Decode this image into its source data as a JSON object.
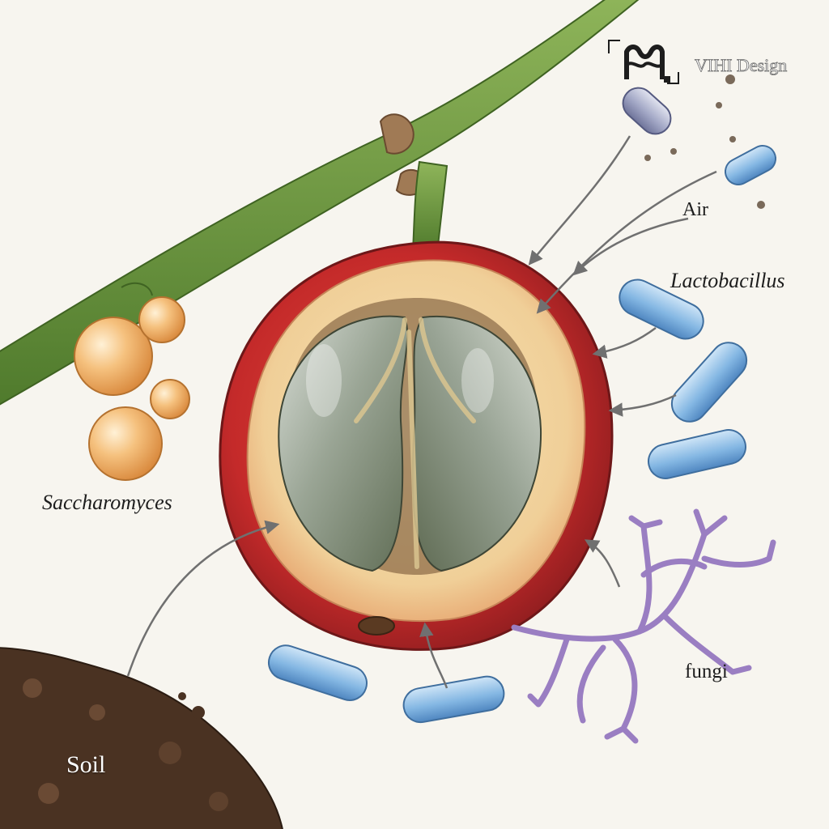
{
  "labels": {
    "air": "Air",
    "lactobacillus": "Lactobacillus",
    "saccharomyces": "Saccharomyces",
    "fungi": "fungi",
    "soil": "Soil"
  },
  "brand": {
    "name": "VIHI Design",
    "logo_icon": "vh-monogram-icon"
  },
  "colors": {
    "background": "#f7f5ef",
    "stem": "#6f9a3c",
    "cherry_skin": "#c42a2a",
    "pulp": "#f0cf98",
    "bean": "#8a9a86",
    "lactobacillus": "#7fb2e0",
    "yeast": "#f1b36a",
    "fungi": "#a486c8",
    "soil": "#4a3222",
    "arrow": "#707070"
  }
}
